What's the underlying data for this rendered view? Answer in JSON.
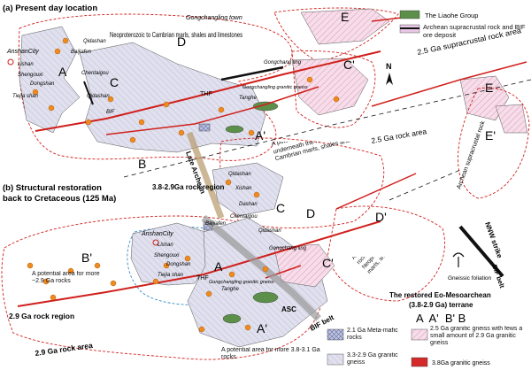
{
  "panel_a": {
    "title": "(a) Present day location",
    "region_letters": [
      "A",
      "C",
      "D",
      "E",
      "A'",
      "B",
      "C'",
      "E'"
    ],
    "region_label_D": "Neoproterozoic to Cambrian marls, shales and limestones",
    "supracrustal_area": "2.5 Ga supracrustal rock area",
    "rock_area": "2.5 Ga rock area",
    "towns": {
      "anshan": "AnshanCity",
      "lishan": "Lishan",
      "shengouxi": "Shengouxi",
      "dongshan": "Dongshan",
      "tiejia": "Tiejia shan",
      "baijiafen": "Baijiafen",
      "qidashan": "Qidashan",
      "chentaigou": "Chentaigou",
      "gongchangling_town": "Gongchangling town",
      "gongchang_ling": "Gongchang ling",
      "tanghe": "Tanghe",
      "gongchangling_granite": "Gongchangling granitic gneiss",
      "bif": "BIF",
      "thf": "THF"
    }
  },
  "panel_b": {
    "title_line1": "(b) Structural restoration",
    "title_line2": "back to Cretaceous (125 Ma)",
    "region_letters": [
      "A",
      "B'",
      "C",
      "D",
      "D'",
      "A'",
      "C'"
    ],
    "late_archean": "Late Archean",
    "rock_region_38": "3.8-2.9Ga rock region",
    "potential_25": "A potential area for more 2.5Ga rocks underneath the Neoproterozoic to Cambrian marls, shales and limestones",
    "potential_d": "A potential area for more ~2.5Ga rocks underneath the Neoproterozoic to Cambrian marls, shales and limestones",
    "potential_29": "A potential area for more ~2.9 Ga rocks",
    "rock_region_29": "2.9 Ga rock region",
    "rock_area_29": "2.9 Ga rock area",
    "potential_38": "A potential area for more 3.8-3.1 Ga rocks",
    "asc": "ASC",
    "bif_belt": "BIF belt",
    "thf": "THF",
    "towns": {
      "anshan": "AnshanCity",
      "lishan": "Lishan",
      "shengouxi": "Shengouxi",
      "dongshan": "Dongshan",
      "tiejia": "Tiejia shan",
      "baijiafen": "Baijiafen",
      "qidashan": "Qidashan",
      "chentaigou": "Chentaigou",
      "gongchangling": "Gongchang ling",
      "tanghe": "Tanghe",
      "gongchangling_granite": "Gongchangling granitic gneiss",
      "xishan": "Xishan",
      "dashan": "Dashan"
    }
  },
  "side": {
    "archean_supracrustal": "Archean supracrustal rock",
    "nnw_strike": "NNW strike",
    "bif_belt": "BIF belt",
    "gneissic_foliation": "Gneissic foliation",
    "terrane_title_line1": "The restored Eo-Mesoarchean",
    "terrane_title_line2": "(3.8-2.9 Ga) terrane",
    "terrane_letters": "A  A'  B' B"
  },
  "legend_top": [
    {
      "label": "The Liaohe Group",
      "color": "#5c8f4a"
    },
    {
      "label": "Archean supracrustal rock and BIF ore deposit",
      "color": "#e8c8e6"
    }
  ],
  "legend_bottom": [
    {
      "label": "2.1 Ga Meta-mafic rocks",
      "color": "#9da6cc"
    },
    {
      "label": "2.5 Ga granitic gneiss with fews a small amount of 2.9 Ga granitic gneiss",
      "color": "#f2d0e0"
    },
    {
      "label": "3.3-2.9 Ga granitic gneiss",
      "color": "#dcdcec"
    },
    {
      "label": "3.8Ga granitic gneiss",
      "color": "#d42a2a"
    }
  ],
  "colors": {
    "fault": "#d0201c",
    "boundary": "#d0201c",
    "outcrop": "#dcdcec",
    "sample": "#f08a1c",
    "green": "#5c8f4a",
    "pink": "#f2d0e0"
  }
}
